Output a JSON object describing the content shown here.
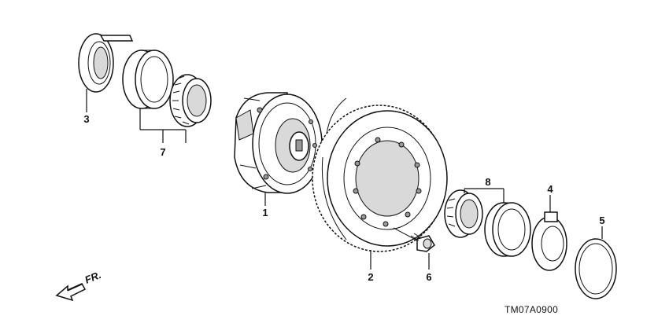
{
  "diagram": {
    "code": "TM07A0900",
    "direction_label": "FR.",
    "callouts": {
      "c1": "1",
      "c2": "2",
      "c3": "3",
      "c4": "4",
      "c5": "5",
      "c6": "6",
      "c7": "7",
      "c8": "8"
    }
  }
}
